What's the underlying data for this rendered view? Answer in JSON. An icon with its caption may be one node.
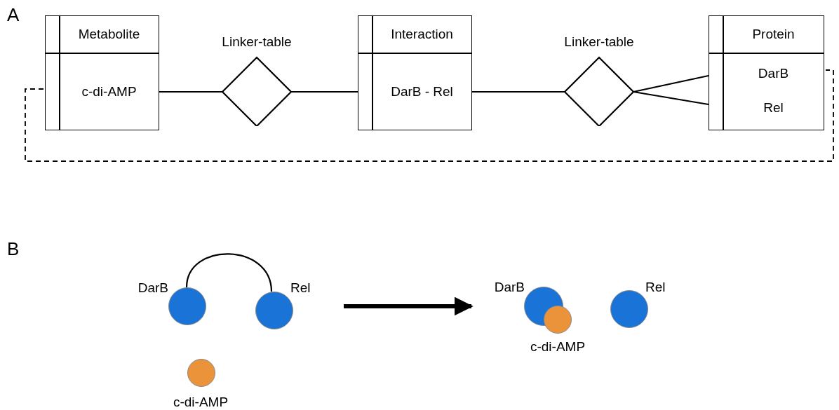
{
  "diagram": {
    "nodes": [
      {
        "text": [
          "Metabolite",
          "c-di-AMP"
        ]
      },
      {
        "text": [
          "Linker-table"
        ]
      },
      {
        "text": [
          "Interaction",
          "DarB - Rel"
        ]
      },
      {
        "text": [
          "Linker-table"
        ]
      },
      {
        "text": [
          "Protein",
          "DarB",
          "Rel"
        ]
      },
      {
        "text": [],
        "shape": "circle",
        "beside": [
          "DarB"
        ]
      },
      {
        "text": [],
        "shape": "circle",
        "beside": [
          "Rel"
        ]
      },
      {
        "text": [],
        "shape": "circle",
        "beside": [
          "c-di-AMP"
        ]
      },
      {
        "text": [],
        "shape": "circle",
        "beside": [
          "DarB"
        ]
      },
      {
        "text": [],
        "shape": "circle",
        "beside": [
          "c-di-AMP"
        ]
      },
      {
        "text": [],
        "shape": "circle",
        "beside": [
          "Rel"
        ]
      }
    ],
    "edges": [
      {
        "from": 0,
        "to": 1,
        "arrow": "none"
      },
      {
        "from": 1,
        "to": 2,
        "arrow": "none"
      },
      {
        "from": 2,
        "to": 3,
        "arrow": "none"
      },
      {
        "from": 3,
        "to": 4,
        "arrow": "none"
      },
      {
        "from": 3,
        "to": 4,
        "arrow": "none"
      },
      {
        "from": 0,
        "to": 4,
        "arrow": "none",
        "style": "dashed"
      },
      {
        "from": 5,
        "to": 6,
        "arrow": "none"
      },
      {
        "from": 6,
        "to": 8,
        "arrow": "to",
        "style": "thick"
      }
    ],
    "labels": [
      "A",
      "B"
    ]
  }
}
